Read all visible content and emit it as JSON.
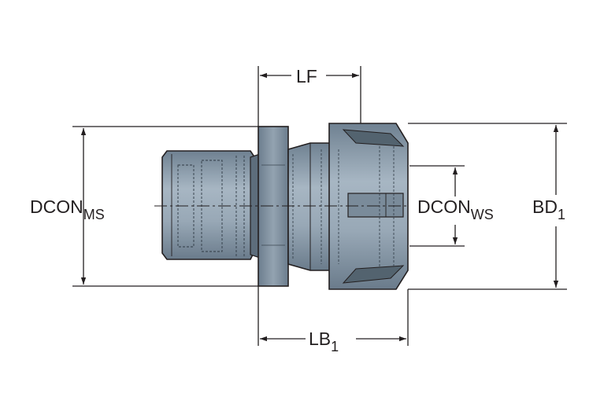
{
  "labels": {
    "lf": "LF",
    "lb1_main": "LB",
    "lb1_sub": "1",
    "bd1_main": "BD",
    "bd1_sub": "1",
    "dcon_ms_main": "DCON",
    "dcon_ms_sub": "MS",
    "dcon_ws_main": "DCON",
    "dcon_ws_sub": "WS"
  },
  "colors": {
    "body_fill": "#8c9dac",
    "flange_fill": "#7a8b9a",
    "line": "#231f20"
  }
}
